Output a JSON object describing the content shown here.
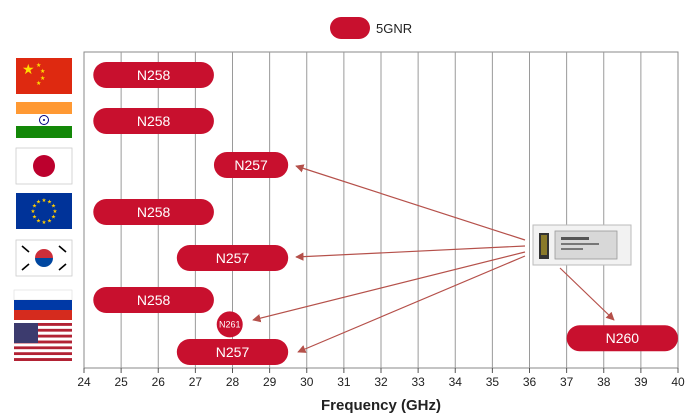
{
  "legend": {
    "label": "5GNR",
    "color": "#c8102e"
  },
  "colors": {
    "band": "#c8102e",
    "grid": "#9a9a9a",
    "arrow": "#b5504a",
    "axis": "#555555"
  },
  "chart_data": {
    "type": "bar",
    "xlabel": "Frequency  (GHz)",
    "xlim": [
      24,
      40
    ],
    "xticks": [
      24,
      25,
      26,
      27,
      28,
      29,
      30,
      31,
      32,
      33,
      34,
      35,
      36,
      37,
      38,
      39,
      40
    ],
    "grid": "vertical",
    "legend_position": "top-center",
    "rows": [
      {
        "region": "China",
        "flag": "china-flag",
        "bands": [
          {
            "label": "N258",
            "start": 24.25,
            "end": 27.5
          }
        ]
      },
      {
        "region": "India",
        "flag": "india-flag",
        "bands": [
          {
            "label": "N258",
            "start": 24.25,
            "end": 27.5
          }
        ]
      },
      {
        "region": "Japan",
        "flag": "japan-flag",
        "bands": [
          {
            "label": "N257",
            "start": 27.5,
            "end": 29.5
          }
        ]
      },
      {
        "region": "EU",
        "flag": "eu-flag",
        "bands": [
          {
            "label": "N258",
            "start": 24.25,
            "end": 27.5
          }
        ]
      },
      {
        "region": "South Korea",
        "flag": "korea-flag",
        "bands": [
          {
            "label": "N257",
            "start": 26.5,
            "end": 29.5
          }
        ]
      },
      {
        "region": "Russia",
        "flag": "russia-flag",
        "bands": [
          {
            "label": "N258",
            "start": 24.25,
            "end": 27.5
          }
        ]
      },
      {
        "region": "USA",
        "flag": "usa-flag",
        "bands": [
          {
            "label": "N261",
            "start": 27.5,
            "end": 28.35,
            "row_offset": -0.6,
            "style": "circle"
          },
          {
            "label": "N257",
            "start": 26.5,
            "end": 29.5
          },
          {
            "label": "N260",
            "start": 37.0,
            "end": 40.0,
            "row_offset": -0.3
          }
        ]
      }
    ],
    "annotations": [
      {
        "type": "module-image",
        "name": "mmwave-module",
        "x": 36.5
      }
    ]
  }
}
